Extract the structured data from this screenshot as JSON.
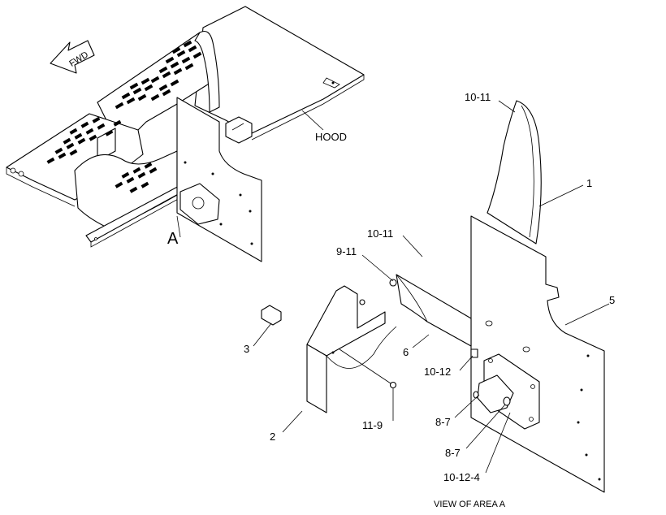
{
  "labels": {
    "fwd": "FWD",
    "hood": "HOOD",
    "area": "A",
    "view_title": "VIEW OF AREA  A",
    "part_10_11_top": "10-11",
    "part_1": "1",
    "part_10_11_mid": "10-11",
    "part_9_11": "9-11",
    "part_5": "5",
    "part_3": "3",
    "part_6": "6",
    "part_10_12": "10-12",
    "part_11_9": "11-9",
    "part_8_7_a": "8-7",
    "part_2": "2",
    "part_8_7_b": "8-7",
    "part_10_12_4": "10-12-4"
  }
}
